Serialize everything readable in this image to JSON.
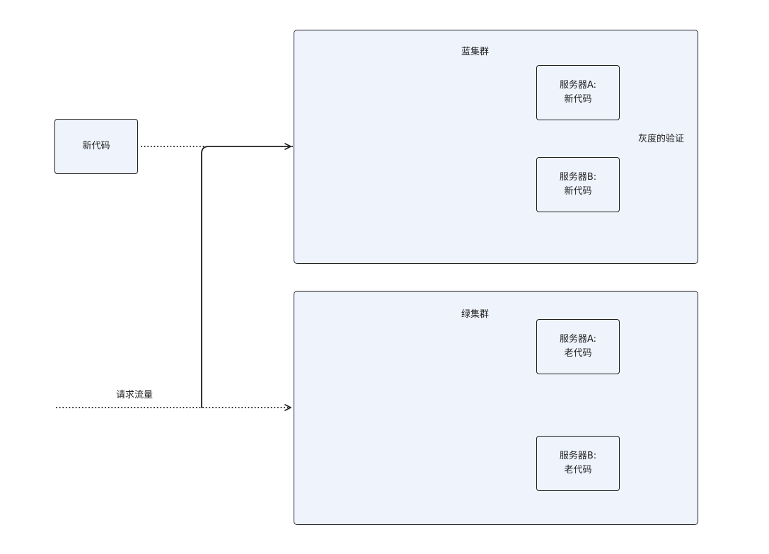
{
  "source_box": {
    "label": "新代码"
  },
  "traffic_label": "请求流量",
  "gray_label": "灰度的验证",
  "blue_cluster": {
    "title": "蓝集群",
    "servers": [
      {
        "line1": "服务器A:",
        "line2": "新代码"
      },
      {
        "line1": "服务器B:",
        "line2": "新代码"
      }
    ]
  },
  "green_cluster": {
    "title": "绿集群",
    "servers": [
      {
        "line1": "服务器A:",
        "line2": "老代码"
      },
      {
        "line1": "服务器B:",
        "line2": "老代码"
      }
    ]
  },
  "colors": {
    "node_fill": "#eff3fc",
    "stroke": "#1f1f1f",
    "background": "#ffffff"
  }
}
